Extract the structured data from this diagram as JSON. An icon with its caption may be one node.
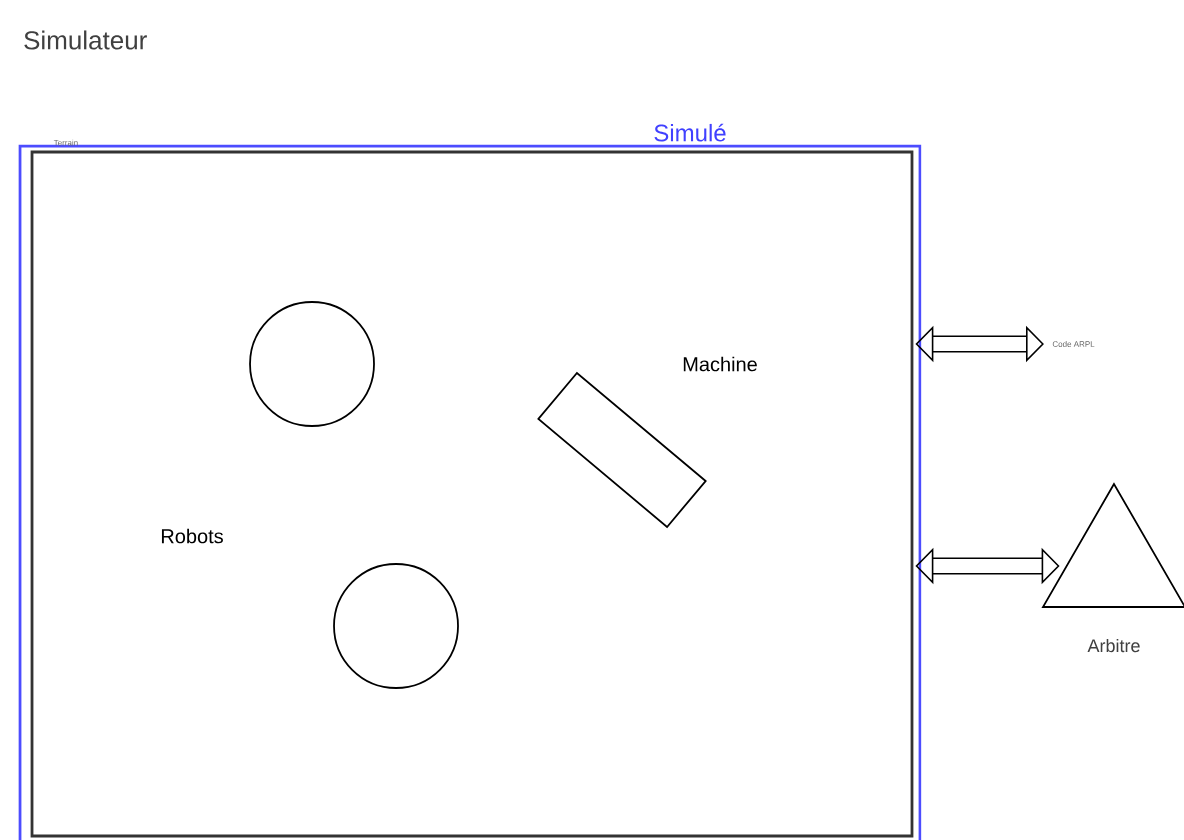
{
  "diagram": {
    "title": "Simulateur",
    "nodes": [
      {
        "text": [
          "Simulé"
        ]
      },
      {
        "text": [
          "Terrain"
        ],
        "in": 0
      },
      {
        "text": [],
        "shape": "circle",
        "in": 1
      },
      {
        "text": [],
        "shape": "circle",
        "in": 1
      },
      {
        "text": [
          "Machine"
        ],
        "in": 1
      },
      {
        "text": [
          "Code ARPL"
        ]
      },
      {
        "text": [
          "Arbitre"
        ]
      }
    ],
    "edges": [
      {
        "from": 1,
        "to": 5,
        "arrow": "both"
      },
      {
        "from": 1,
        "to": 6,
        "arrow": "both"
      }
    ],
    "labels": [
      "Robots"
    ]
  }
}
